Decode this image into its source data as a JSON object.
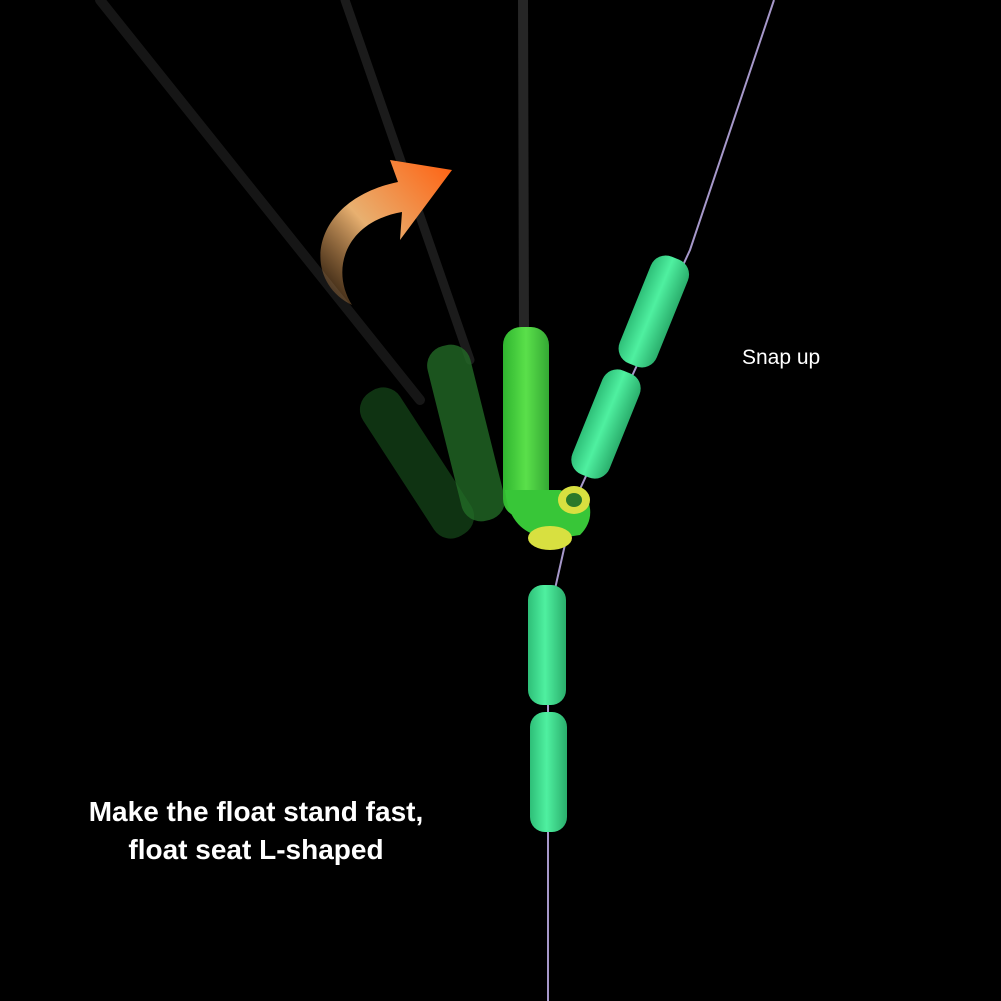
{
  "labels": {
    "snap": "Snap up",
    "caption_line_1": "Make the float stand fast,",
    "caption_line_2": "float seat L-shaped"
  },
  "colors": {
    "background": "#000000",
    "bead": "#3fe090",
    "seat": "#3ccf3c",
    "seat_ghost": "#1f6a24",
    "seat_ring": "#d8e040",
    "fishing_line": "#b8a8e0",
    "arrow_start": "#e8b060",
    "arrow_end": "#ff6a10",
    "text": "#ffffff"
  },
  "icons": {
    "motion": "curved-arrow-icon"
  }
}
